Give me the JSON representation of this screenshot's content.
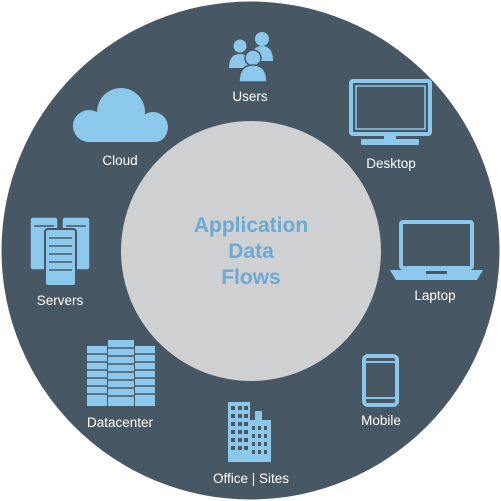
{
  "colors": {
    "ring": "#475763",
    "center": "#cfd0d2",
    "accent": "#8cc8ec",
    "title": "#6aaad4",
    "label": "#ffffff"
  },
  "center": {
    "line1": "Application",
    "line2": "Data",
    "line3": "Flows"
  },
  "nodes": {
    "users": {
      "label": "Users",
      "icon": "users-icon"
    },
    "desktop": {
      "label": "Desktop",
      "icon": "desktop-icon"
    },
    "laptop": {
      "label": "Laptop",
      "icon": "laptop-icon"
    },
    "mobile": {
      "label": "Mobile",
      "icon": "mobile-icon"
    },
    "office": {
      "label": "Office | Sites",
      "icon": "office-buildings-icon"
    },
    "datacenter": {
      "label": "Datacenter",
      "icon": "datacenter-icon"
    },
    "servers": {
      "label": "Servers",
      "icon": "servers-icon"
    },
    "cloud": {
      "label": "Cloud",
      "icon": "cloud-icon"
    }
  }
}
